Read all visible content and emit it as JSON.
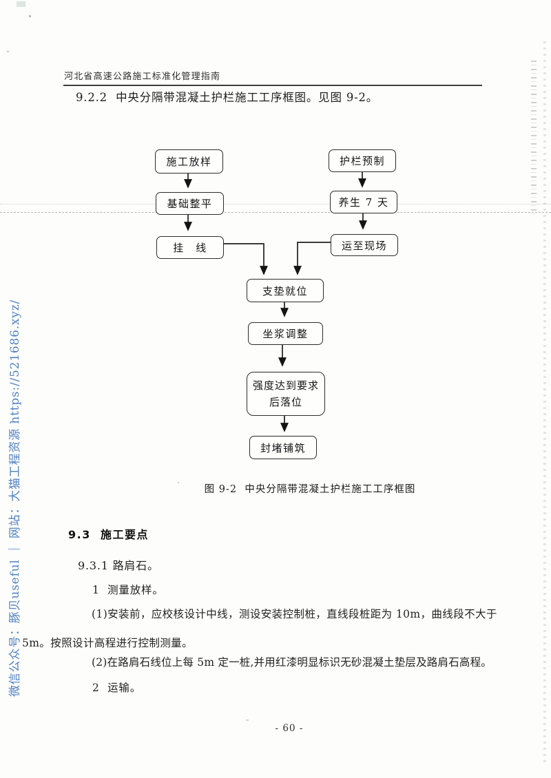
{
  "header": {
    "title": "河北省高速公路施工标准化管理指南"
  },
  "sections": {
    "s922": "9.2.2  中央分隔带混凝土护栏施工工序框图。见图 9-2。",
    "s93": "9.3  施工要点",
    "s931": "9.3.1 路肩石。"
  },
  "flowchart": {
    "caption": "图 9-2  中央分隔带混凝土护栏施工工序框图",
    "nodes": [
      {
        "label": "施工放样"
      },
      {
        "label": "基础整平"
      },
      {
        "label": "挂　线"
      },
      {
        "label": "护栏预制"
      },
      {
        "label": "养生 7 天"
      },
      {
        "label": "运至现场"
      },
      {
        "label": "支垫就位"
      },
      {
        "label": "坐浆调整"
      },
      {
        "label": "强度达到要求",
        "label2": "后落位"
      },
      {
        "label": "封堵铺筑"
      }
    ]
  },
  "body": {
    "item1": "1  测量放样。",
    "para1_line1": "(1)安装前，应校核设计中线，测设安装控制桩，直线段桩距为 10m，曲线段不大于",
    "para1_line2": "5m。按照设计高程进行控制测量。",
    "para2": "(2)在路肩石线位上每 5m 定一桩,并用红漆明显标识无砂混凝土垫层及路肩石高程。",
    "item2": "2  运输。"
  },
  "footer": {
    "page_number": "- 60 -"
  },
  "watermark": {
    "text": "微信公众号：豚贝useful ｜ 网站：大猫工程资源 https://521686.xyz/",
    "color": "#4e80c4"
  },
  "colors": {
    "ink": "#222222",
    "box_border": "#2b2b2b",
    "paper": "#fdfdfb"
  }
}
